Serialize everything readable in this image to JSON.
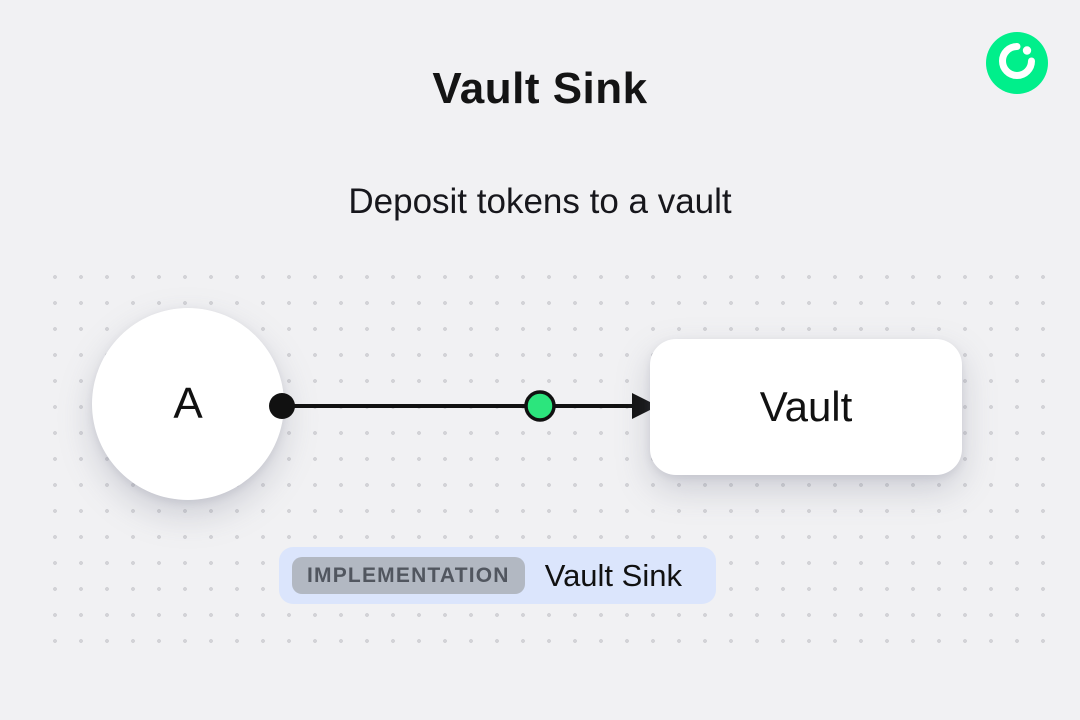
{
  "page": {
    "title": "Vault Sink",
    "subtitle": "Deposit tokens to a vault"
  },
  "diagram": {
    "source_node_label": "A",
    "target_node_label": "Vault",
    "flow_direction": "left-to-right"
  },
  "badge": {
    "label": "IMPLEMENTATION",
    "value": "Vault Sink"
  },
  "icons": {
    "logo": "flow-swirl-icon"
  },
  "colors": {
    "background": "#f1f1f3",
    "accent_green": "#00ef8b",
    "stream_dot_green": "#2ce57d",
    "connector_black": "#111111",
    "badge_bg": "#dbe5fc",
    "label_pill_bg": "#b2b8c2",
    "label_pill_text": "#51565f"
  }
}
